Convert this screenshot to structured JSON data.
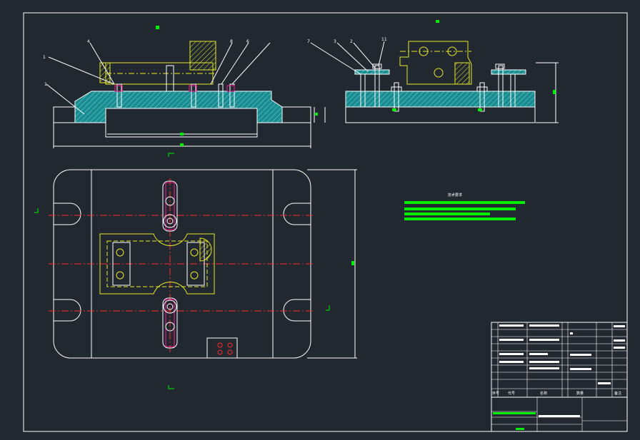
{
  "drawing": {
    "background": "#212830",
    "colors": {
      "line": "#ffffff",
      "part": "#e8e82a",
      "hatch": "#1fa2a6",
      "center": "#ff2a2a",
      "accent": "#00ee00",
      "bolt": "#ff1493"
    }
  },
  "front_view": {
    "balloons": [
      "1",
      "4",
      "1",
      "8",
      "6"
    ]
  },
  "side_view": {
    "balloons": [
      "7",
      "3",
      "2",
      "11"
    ]
  },
  "technical_requirements": {
    "title": "技术要求"
  },
  "title_block": {
    "headers": [
      "序号",
      "代号",
      "名称",
      "数量",
      "备注"
    ]
  }
}
